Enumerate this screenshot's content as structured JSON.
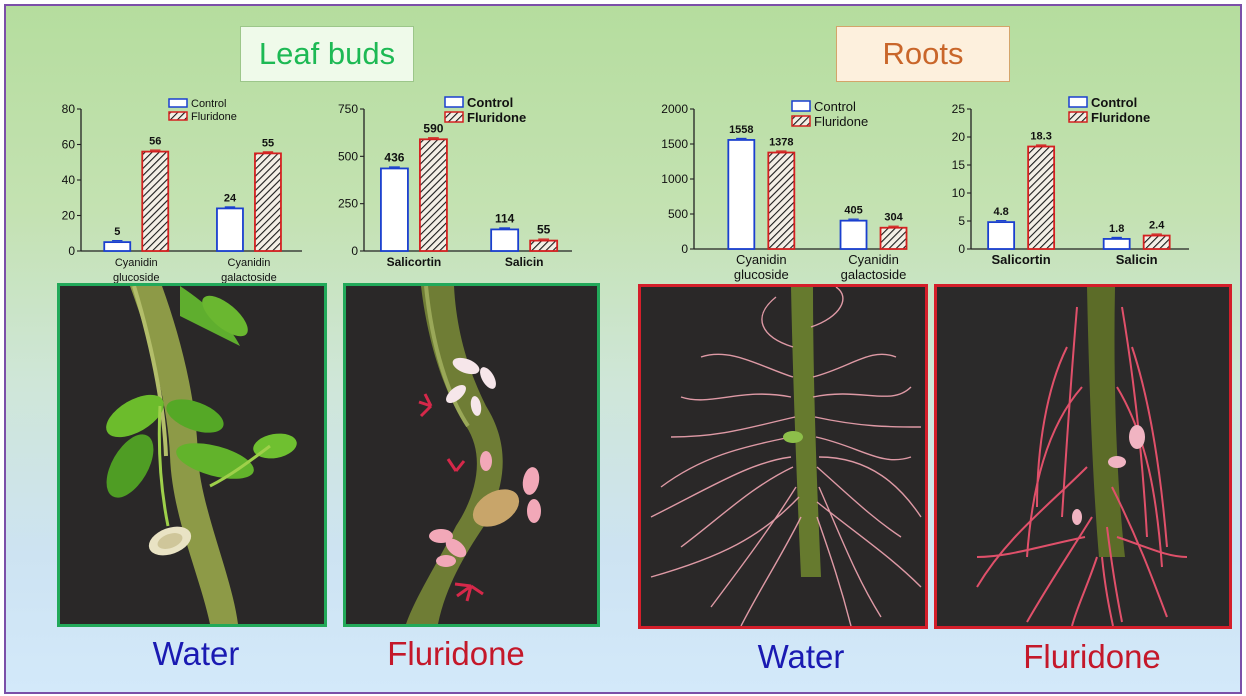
{
  "sections": {
    "leaf_buds": {
      "title": "Leaf buds"
    },
    "roots": {
      "title": "Roots"
    }
  },
  "captions": {
    "leaf_water": "Water",
    "leaf_fluridone": "Fluridone",
    "root_water": "Water",
    "root_fluridone": "Fluridone"
  },
  "colors": {
    "control_outline": "#1a3fcf",
    "fluridone_outline": "#d42020",
    "leaf_border": "#22a95a",
    "root_border": "#d41e2a"
  },
  "chart_data": [
    {
      "type": "bar",
      "section": "Leaf buds",
      "categories": [
        "Cyanidin glucoside",
        "Cyanidin galactoside"
      ],
      "series": [
        {
          "name": "Control",
          "values": [
            5,
            24
          ],
          "labels": [
            "5",
            "24"
          ]
        },
        {
          "name": "Fluridone",
          "values": [
            56,
            55
          ],
          "labels": [
            "56",
            "55"
          ]
        }
      ],
      "ylim": [
        0,
        80
      ],
      "yticks": [
        "0",
        "20",
        "40",
        "60",
        "80"
      ],
      "legend": "top-right"
    },
    {
      "type": "bar",
      "section": "Leaf buds",
      "categories": [
        "Salicortin",
        "Salicin"
      ],
      "series": [
        {
          "name": "Control",
          "values": [
            436,
            114
          ],
          "labels": [
            "436",
            "114"
          ]
        },
        {
          "name": "Fluridone",
          "values": [
            590,
            55
          ],
          "labels": [
            "590",
            "55"
          ]
        }
      ],
      "ylim": [
        0,
        750
      ],
      "yticks": [
        "0",
        "250",
        "500",
        "750"
      ],
      "legend": "top-right"
    },
    {
      "type": "bar",
      "section": "Roots",
      "categories": [
        "Cyanidin glucoside",
        "Cyanidin galactoside"
      ],
      "series": [
        {
          "name": "Control",
          "values": [
            1558,
            405
          ],
          "labels": [
            "1558",
            "405"
          ]
        },
        {
          "name": "Fluridone",
          "values": [
            1378,
            304
          ],
          "labels": [
            "1378",
            "304"
          ]
        }
      ],
      "ylim": [
        0,
        2000
      ],
      "yticks": [
        "0",
        "500",
        "1000",
        "1500",
        "2000"
      ],
      "legend": "top-right"
    },
    {
      "type": "bar",
      "section": "Roots",
      "categories": [
        "Salicortin",
        "Salicin"
      ],
      "series": [
        {
          "name": "Control",
          "values": [
            4.8,
            1.8
          ],
          "labels": [
            "4.8",
            "1.8"
          ]
        },
        {
          "name": "Fluridone",
          "values": [
            18.3,
            2.4
          ],
          "labels": [
            "18.3",
            "2.4"
          ]
        }
      ],
      "ylim": [
        0,
        25
      ],
      "yticks": [
        "0",
        "5",
        "10",
        "15",
        "20",
        "25"
      ],
      "legend": "top-right"
    }
  ]
}
